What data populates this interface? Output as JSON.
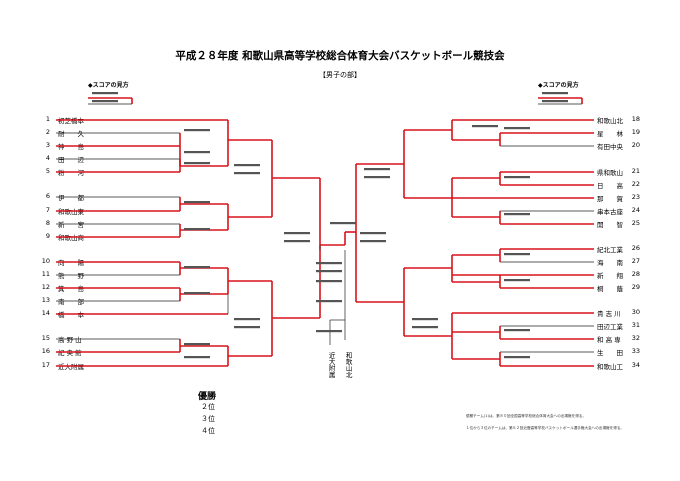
{
  "title": "平成２８年度 和歌山県高等学校総合体育大会バスケットボール競技会",
  "subtitle": "【男子の部】",
  "legend_label": "◆スコアの見方",
  "left_teams": [
    {
      "num": "1",
      "name": "初芝橋本"
    },
    {
      "num": "2",
      "name": "耐　　久"
    },
    {
      "num": "3",
      "name": "神　　島"
    },
    {
      "num": "4",
      "name": "田　　辺"
    },
    {
      "num": "5",
      "name": "粉　　河"
    },
    {
      "num": "6",
      "name": "伊　　都"
    },
    {
      "num": "7",
      "name": "和歌山東"
    },
    {
      "num": "8",
      "name": "新　　宮"
    },
    {
      "num": "9",
      "name": "和歌山商"
    },
    {
      "num": "10",
      "name": "向　　陽"
    },
    {
      "num": "11",
      "name": "熊　　野"
    },
    {
      "num": "12",
      "name": "箕　　島"
    },
    {
      "num": "13",
      "name": "南　　部"
    },
    {
      "num": "14",
      "name": "橋　　本"
    },
    {
      "num": "15",
      "name": "高 野 山"
    },
    {
      "num": "16",
      "name": "紀 央 館"
    },
    {
      "num": "17",
      "name": "近大附属"
    }
  ],
  "right_teams": [
    {
      "num": "18",
      "name": "和歌山北"
    },
    {
      "num": "19",
      "name": "星　　林"
    },
    {
      "num": "20",
      "name": "有田中央"
    },
    {
      "num": "21",
      "name": "県和歌山"
    },
    {
      "num": "22",
      "name": "日　　高"
    },
    {
      "num": "23",
      "name": "那　　賀"
    },
    {
      "num": "24",
      "name": "串本古座"
    },
    {
      "num": "25",
      "name": "開　　智"
    },
    {
      "num": "26",
      "name": "紀北工業"
    },
    {
      "num": "27",
      "name": "海　　南"
    },
    {
      "num": "28",
      "name": "新　　翔"
    },
    {
      "num": "29",
      "name": "桐　　蔭"
    },
    {
      "num": "30",
      "name": "貴 志 川"
    },
    {
      "num": "31",
      "name": "田辺工業"
    },
    {
      "num": "32",
      "name": "和 高 専"
    },
    {
      "num": "33",
      "name": "生　　田"
    },
    {
      "num": "34",
      "name": "和歌山工"
    }
  ],
  "finalists": {
    "left": "近大附属",
    "right": "和歌山北"
  },
  "ranks": {
    "winner": "優勝",
    "second": "２位",
    "third": "３位",
    "fourth": "４位"
  },
  "notes": {
    "note1": "優勝チーム(1)は、第８０回全国高等学校総合体育大会への出場権を得る。",
    "note2": "１位から３位のチームは、第６２回近畿高等学校バスケットボール選手権大会への出場権を得る。"
  },
  "colors": {
    "winner_line": "#d8131c",
    "line": "#222222"
  }
}
